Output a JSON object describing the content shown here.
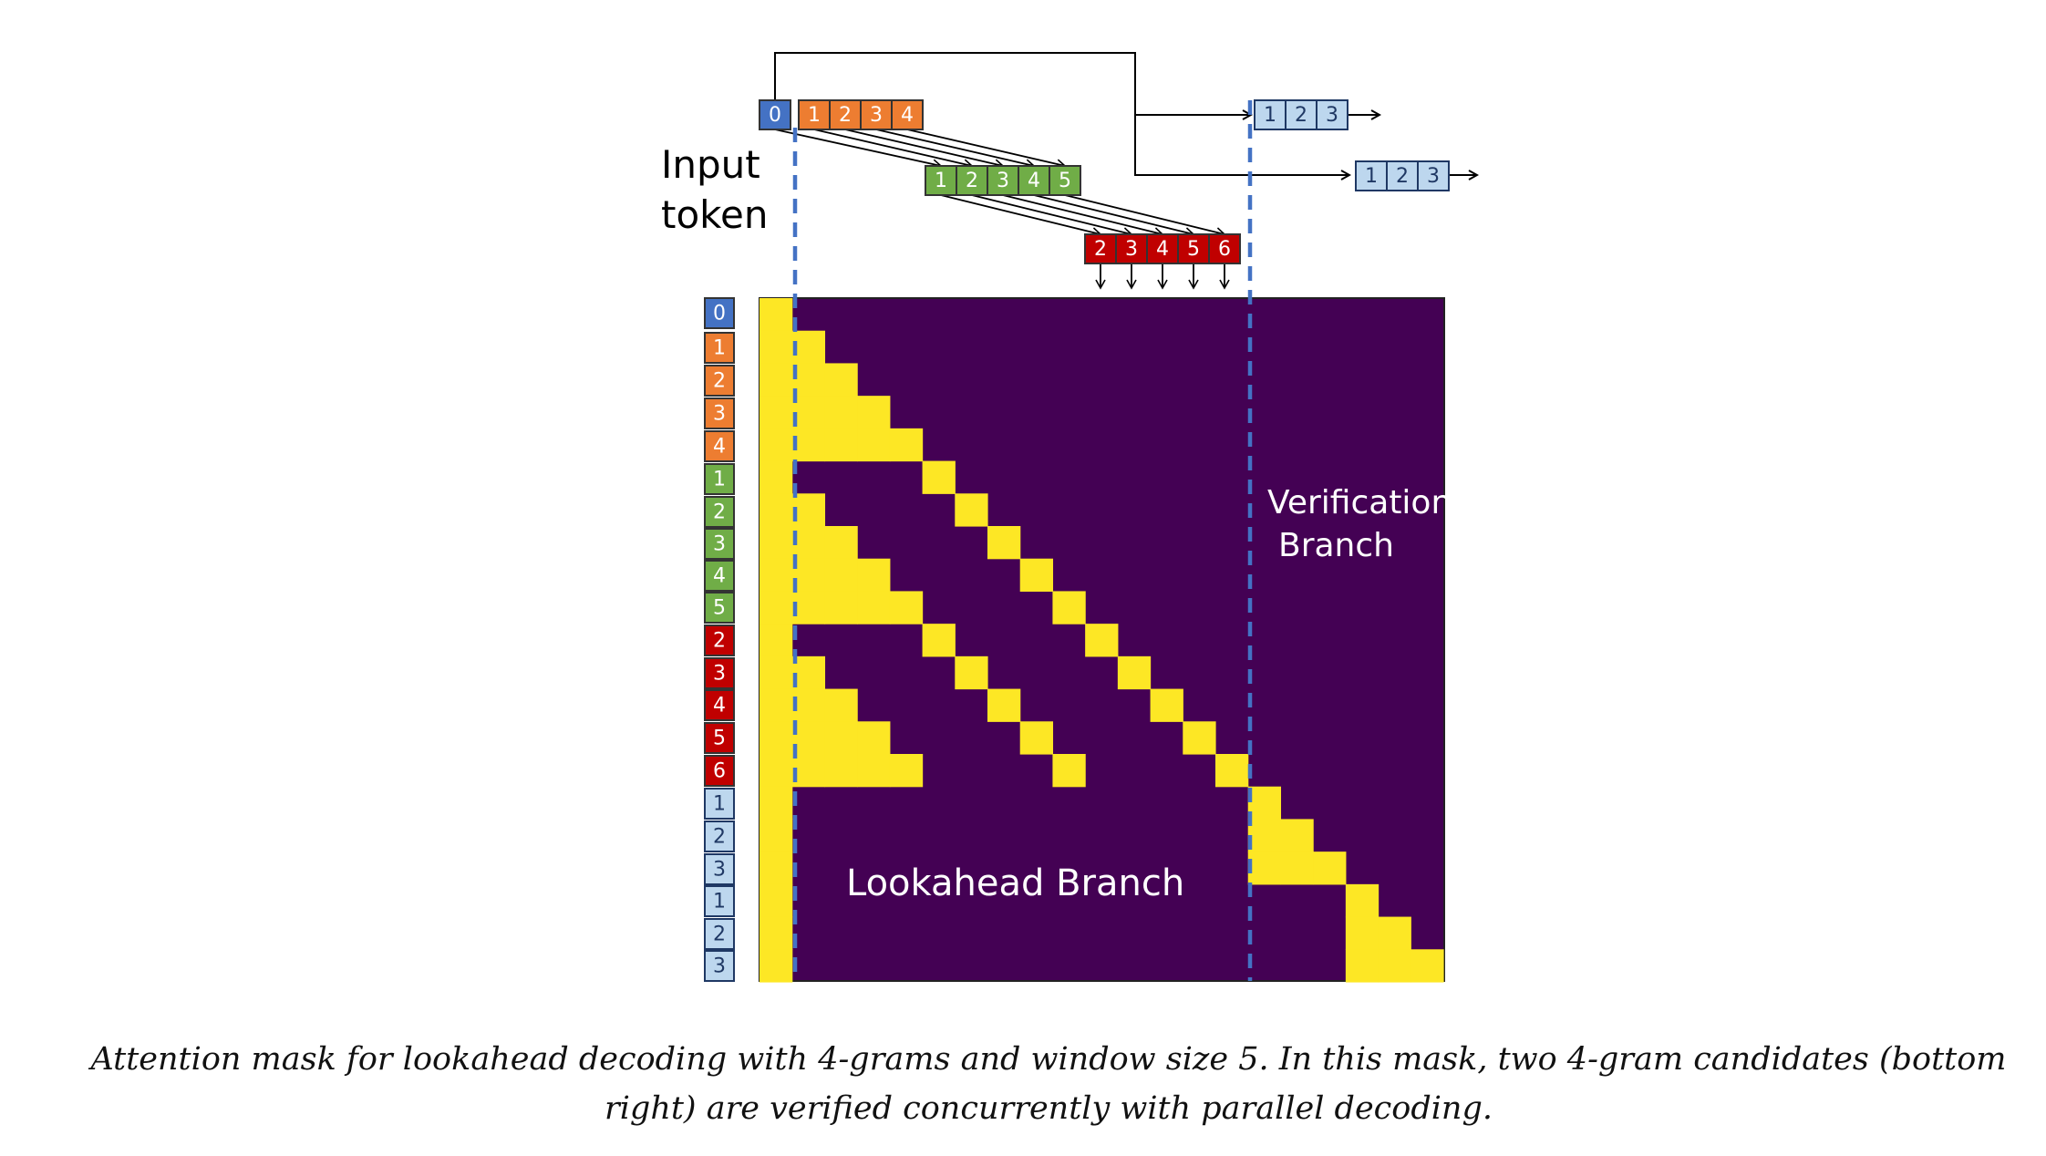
{
  "labels": {
    "input_token_line1": "Input",
    "input_token_line2": "token",
    "verification_line1": "Verification",
    "verification_line2": "Branch",
    "lookahead": "Lookahead Branch"
  },
  "caption": "Attention mask for lookahead decoding with 4-grams and window size 5. In this mask, two 4-gram candidates (bottom right) are verified concurrently with parallel decoding.",
  "colors": {
    "blue": "#4472C4",
    "orange": "#ED7D31",
    "green": "#70AD47",
    "red": "#C00000",
    "lightblue": "#BDD7EE",
    "mask_bg": "#440154",
    "mask_fg": "#FDE725",
    "divider": "#4472C4"
  },
  "top_rows": {
    "input": [
      {
        "t": "0",
        "c": "blue"
      },
      {
        "t": "1",
        "c": "orange"
      },
      {
        "t": "2",
        "c": "orange"
      },
      {
        "t": "3",
        "c": "orange"
      },
      {
        "t": "4",
        "c": "orange"
      }
    ],
    "green": [
      "1",
      "2",
      "3",
      "4",
      "5"
    ],
    "red": [
      "2",
      "3",
      "4",
      "5",
      "6"
    ],
    "candidate_1": [
      "1",
      "2",
      "3"
    ],
    "candidate_2": [
      "1",
      "2",
      "3"
    ]
  },
  "side_tokens": [
    {
      "t": "0",
      "c": "blue"
    },
    {
      "t": "1",
      "c": "orange"
    },
    {
      "t": "2",
      "c": "orange"
    },
    {
      "t": "3",
      "c": "orange"
    },
    {
      "t": "4",
      "c": "orange"
    },
    {
      "t": "1",
      "c": "green"
    },
    {
      "t": "2",
      "c": "green"
    },
    {
      "t": "3",
      "c": "green"
    },
    {
      "t": "4",
      "c": "green"
    },
    {
      "t": "5",
      "c": "green"
    },
    {
      "t": "2",
      "c": "red"
    },
    {
      "t": "3",
      "c": "red"
    },
    {
      "t": "4",
      "c": "red"
    },
    {
      "t": "5",
      "c": "red"
    },
    {
      "t": "6",
      "c": "red"
    },
    {
      "t": "1",
      "c": "lightblue"
    },
    {
      "t": "2",
      "c": "lightblue"
    },
    {
      "t": "3",
      "c": "lightblue"
    },
    {
      "t": "1",
      "c": "lightblue"
    },
    {
      "t": "2",
      "c": "lightblue"
    },
    {
      "t": "3",
      "c": "lightblue"
    }
  ],
  "mask_grid": {
    "rows": 21,
    "cols": 21,
    "attend": [
      [
        0
      ],
      [
        0,
        1
      ],
      [
        0,
        1,
        2
      ],
      [
        0,
        1,
        2,
        3
      ],
      [
        0,
        1,
        2,
        3,
        4
      ],
      [
        0,
        5
      ],
      [
        0,
        1,
        6
      ],
      [
        0,
        1,
        2,
        7
      ],
      [
        0,
        1,
        2,
        3,
        8
      ],
      [
        0,
        1,
        2,
        3,
        4,
        9
      ],
      [
        0,
        5,
        10
      ],
      [
        0,
        1,
        6,
        11
      ],
      [
        0,
        1,
        2,
        7,
        12
      ],
      [
        0,
        1,
        2,
        3,
        8,
        13
      ],
      [
        0,
        1,
        2,
        3,
        4,
        9,
        14
      ],
      [
        0,
        15
      ],
      [
        0,
        15,
        16
      ],
      [
        0,
        15,
        16,
        17
      ],
      [
        0,
        18
      ],
      [
        0,
        18,
        19
      ],
      [
        0,
        18,
        19,
        20
      ]
    ]
  }
}
